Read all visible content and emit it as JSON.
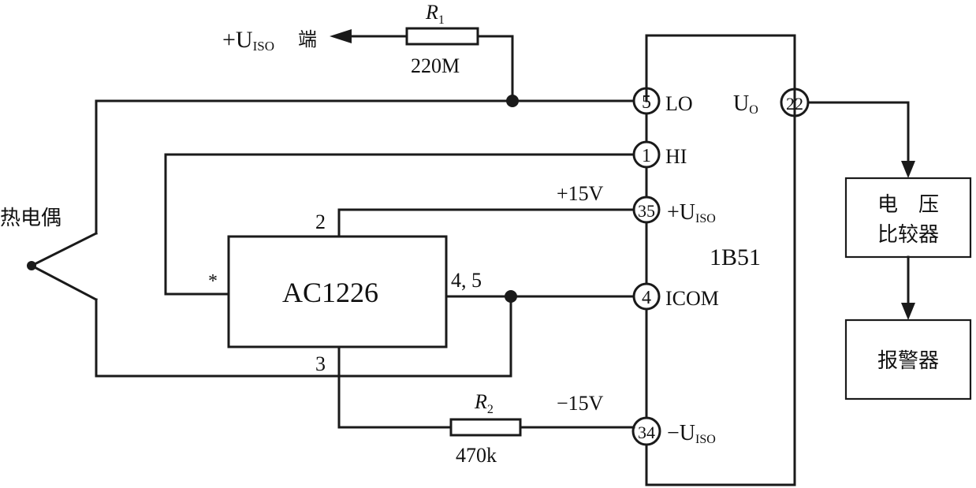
{
  "labels": {
    "uiso_out_prefix": "+U",
    "uiso_out_sub": "ISO",
    "uiso_out_suffix": "端",
    "r1_name": "R",
    "r1_sub": "1",
    "r1_value": "220M",
    "r2_name": "R",
    "r2_sub": "2",
    "r2_value": "470k",
    "thermocouple": "热电偶",
    "chip_name": "AC1226",
    "chip_pin2": "2",
    "chip_pin3": "3",
    "chip_pin45": "4, 5",
    "chip_star": "*",
    "module_name": "1B51",
    "pin5": "5",
    "pin5_label": "LO",
    "pin1": "1",
    "pin1_label": "HI",
    "pin35": "35",
    "pin35_label_prefix": "+U",
    "pin35_label_sub": "ISO",
    "pin4": "4",
    "pin4_label": "ICOM",
    "pin34": "34",
    "pin34_label_prefix": "−U",
    "pin34_label_sub": "ISO",
    "pin22": "22",
    "uo_prefix": "U",
    "uo_sub": "O",
    "plus15v": "+15V",
    "minus15v": "−15V",
    "comparator_line1": "电　压",
    "comparator_line2": "比较器",
    "alarm": "报警器"
  }
}
